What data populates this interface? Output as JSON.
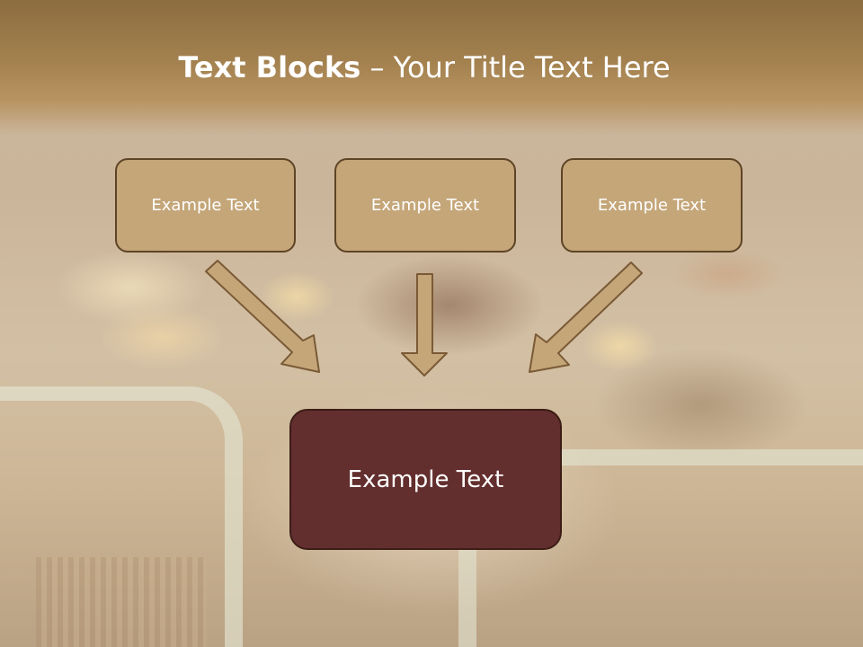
{
  "slide": {
    "title_bold": "Text Blocks",
    "title_separator": " – ",
    "title_rest": "Your Title Text Here"
  },
  "boxes": [
    {
      "label": "Example Text"
    },
    {
      "label": "Example Text"
    },
    {
      "label": "Example Text"
    }
  ],
  "main_box": {
    "label": "Example Text"
  },
  "colors": {
    "header": "#a3814f",
    "box_fill": "#c4a679",
    "box_border": "#5e4426",
    "main_box_fill": "#632e2e",
    "arrow_fill": "#c4a679",
    "text": "#ffffff"
  }
}
